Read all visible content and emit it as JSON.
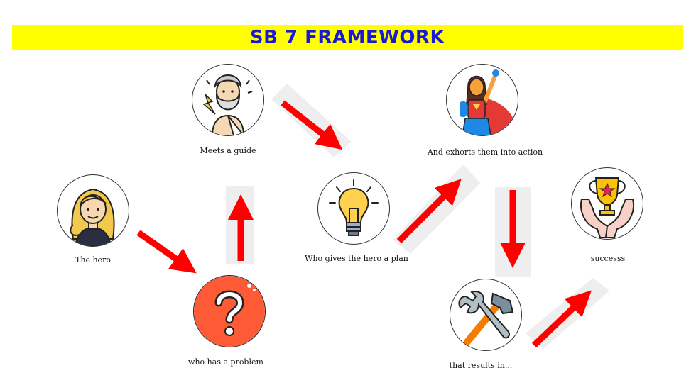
{
  "title": "SB 7 FRAMEWORK",
  "steps": [
    {
      "label": "The hero",
      "icon": "hero-woman-icon"
    },
    {
      "label": "who has a problem",
      "icon": "question-mark-icon"
    },
    {
      "label": "Meets a guide",
      "icon": "zeus-guide-icon"
    },
    {
      "label": "Who gives the hero a plan",
      "icon": "lightbulb-icon"
    },
    {
      "label": "And exhorts them into action",
      "icon": "superhero-icon"
    },
    {
      "label": "that results in...",
      "icon": "wrench-hammer-icon"
    },
    {
      "label": "successs",
      "icon": "trophy-hands-icon"
    }
  ],
  "colors": {
    "banner": "#ffff00",
    "title": "#1a1ad6",
    "arrow": "#ff0000",
    "arrow_shadow": "#eeeeee"
  }
}
